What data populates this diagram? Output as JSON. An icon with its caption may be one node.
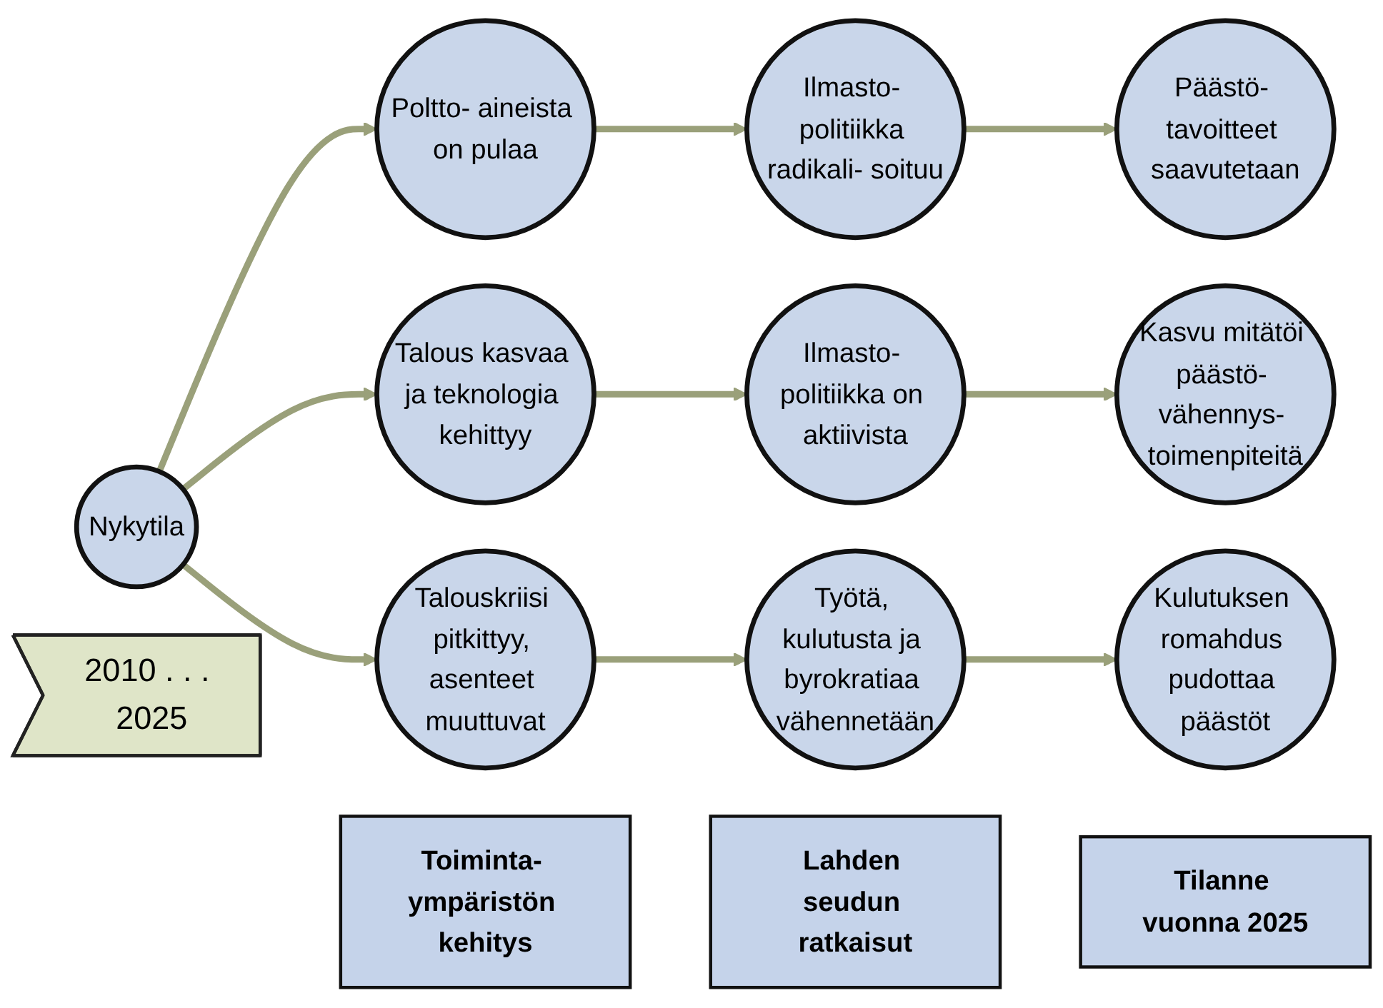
{
  "diagram": {
    "nodes": [
      {
        "text": [
          "Toiminta- ympäristön kehitys"
        ]
      },
      {
        "text": [
          "Lahden seudun ratkaisut"
        ]
      },
      {
        "text": [
          "Tilanne vuonna 2025"
        ]
      },
      {
        "text": [
          "Nykytila"
        ]
      },
      {
        "text": [
          "Poltto- aineista on pulaa"
        ]
      },
      {
        "text": [
          "Talous kasvaa ja teknologia kehittyy"
        ]
      },
      {
        "text": [
          "Talouskriisi pitkittyy, asenteet muuttuvat"
        ]
      },
      {
        "text": [
          "Ilmasto- politiikka on aktiivista"
        ]
      },
      {
        "text": [
          "Ilmasto- politiikka radikali- soituu"
        ]
      },
      {
        "text": [
          "Työtä, kulutusta ja byrokratiaa vähennetään"
        ]
      },
      {
        "text": [
          "Kasvu mitätöi päästö- vähennys- toimenpiteitä"
        ]
      },
      {
        "text": [
          "Kulutuksen romahdus pudottaa päästöt"
        ]
      },
      {
        "text": [
          "Päästö- tavoitteet saavutetaan"
        ]
      },
      {
        "text": [
          "2010 . . . 2025"
        ]
      }
    ],
    "edges": [
      {
        "from": 3,
        "to": 4,
        "arrow": "to"
      },
      {
        "from": 3,
        "to": 5,
        "arrow": "to"
      },
      {
        "from": 3,
        "to": 6,
        "arrow": "to"
      },
      {
        "from": 4,
        "to": 8,
        "arrow": "to"
      },
      {
        "from": 5,
        "to": 7,
        "arrow": "to"
      },
      {
        "from": 7,
        "to": 10,
        "arrow": "to"
      },
      {
        "from": 6,
        "to": 9,
        "arrow": "to"
      },
      {
        "from": 9,
        "to": 11,
        "arrow": "to"
      },
      {
        "from": 8,
        "to": 12,
        "arrow": "to"
      }
    ]
  }
}
